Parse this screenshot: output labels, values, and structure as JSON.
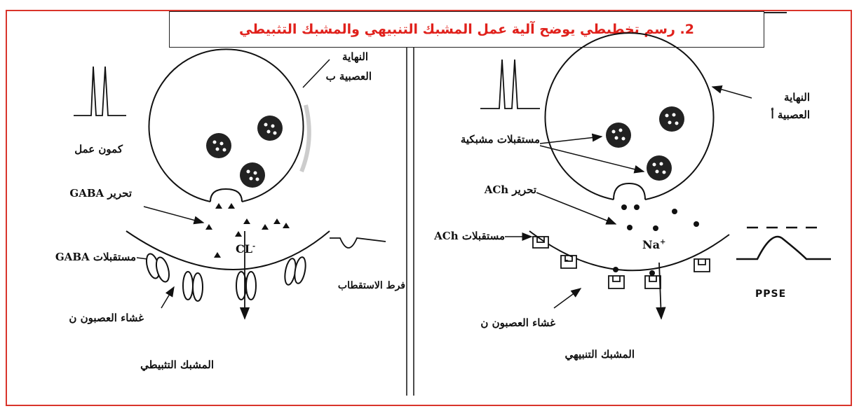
{
  "title": "2. رسم تخطيطي يوضح آلية عمل المشبك التنبيهي والمشبك التثبيطي",
  "left_panel": {
    "nerve_ending": "النهاية العصبية ب",
    "nerve_ending_line1": "النهاية",
    "nerve_ending_line2": "العصبية ب",
    "action_potential": "كمون عمل",
    "release": "تحرير GABA",
    "receptors": "مستقبلات GABA",
    "ion": "CL",
    "ion_charge": "-",
    "hyperpolarization": "فرط الاستقطاب",
    "membrane": "غشاء العصبون ن",
    "synapse_name": "المشبك التثبيطي"
  },
  "right_panel": {
    "nerve_ending_line1": "النهاية",
    "nerve_ending_line2": "العصبية أ",
    "vesicles": "مستقبلات مشبكية",
    "release": "تحرير ACh",
    "receptors": "مستقبلات ACh",
    "ion": "Na",
    "ion_charge": "+",
    "ppse": "PPSE",
    "membrane": "غشاء العصبون ن",
    "synapse_name": "المشبك التنبيهي"
  },
  "colors": {
    "frame": "#d9342b",
    "title": "#e0201b",
    "ink": "#111111"
  }
}
